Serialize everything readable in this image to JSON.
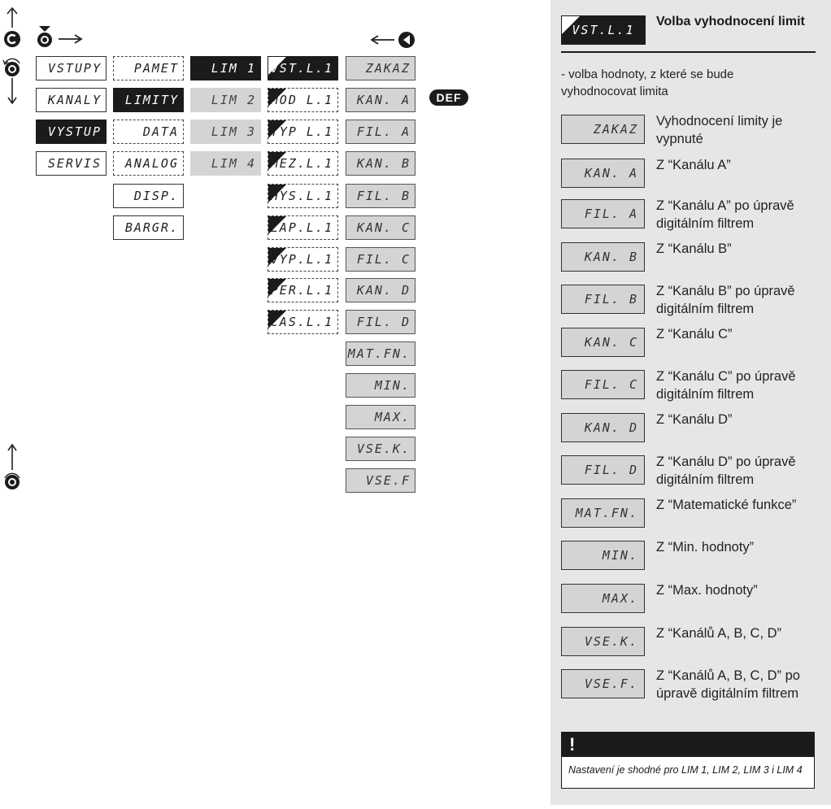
{
  "menu": {
    "col1": [
      "VSTUPY",
      "KANALY",
      "VYSTUP",
      "SERVIS"
    ],
    "col2": [
      "PAMET",
      "LIMITY",
      "DATA",
      "ANALOG",
      "DISP.",
      "BARGR."
    ],
    "col3": [
      "LIM 1",
      "LIM 2",
      "LIM 3",
      "LIM 4"
    ],
    "col4": [
      "VST.L.1",
      "MOD L.1",
      "TYP L.1",
      "MEZ.L.1",
      "HYS.L.1",
      "ZAP.L.1",
      "VYP.L.1",
      "PER.L.1",
      "CAS.L.1"
    ],
    "col5": [
      "ZAKAZ",
      "KAN. A",
      "FIL. A",
      "KAN. B",
      "FIL. B",
      "KAN. C",
      "FIL. C",
      "KAN. D",
      "FIL. D",
      "MAT.FN.",
      "MIN.",
      "MAX.",
      "VSE.K.",
      "VSE.F"
    ],
    "def_badge": "DEF"
  },
  "panel": {
    "header_code": "VST.L.1",
    "header_title": "Volba vyhodnocení limit",
    "intro": "- volba hodnoty, z které se bude vyhodnocovat limita",
    "options": [
      {
        "code": "ZAKAZ",
        "desc": "Vyhodnocení limity je vypnuté"
      },
      {
        "code": "KAN. A",
        "desc": "Z “Kanálu A”"
      },
      {
        "code": "FIL. A",
        "desc": "Z “Kanálu A” po úpravě digitálním filtrem"
      },
      {
        "code": "KAN. B",
        "desc": "Z “Kanálu B”"
      },
      {
        "code": "FIL. B",
        "desc": "Z “Kanálu B” po úpravě digitálním filtrem"
      },
      {
        "code": "KAN. C",
        "desc": "Z “Kanálu C”"
      },
      {
        "code": "FIL. C",
        "desc": "Z “Kanálu C” po úpravě digitálním filtrem"
      },
      {
        "code": "KAN. D",
        "desc": "Z “Kanálu D”"
      },
      {
        "code": "FIL. D",
        "desc": "Z “Kanálu D” po úpravě digitálním filtrem"
      },
      {
        "code": "MAT.FN.",
        "desc": "Z “Matematické funkce”"
      },
      {
        "code": "MIN.",
        "desc": "Z “Min. hodnoty”"
      },
      {
        "code": "MAX.",
        "desc": "Z “Max. hodnoty”"
      },
      {
        "code": "VSE.K.",
        "desc": "Z “Kanálů A, B, C, D”"
      },
      {
        "code": "VSE.F.",
        "desc": "Z “Kanálů A, B, C, D” po úpravě digitálním filtrem"
      }
    ],
    "note_mark": "!",
    "note": "Nastavení je shodné pro LIM 1, LIM 2, LIM 3 i LIM 4"
  }
}
